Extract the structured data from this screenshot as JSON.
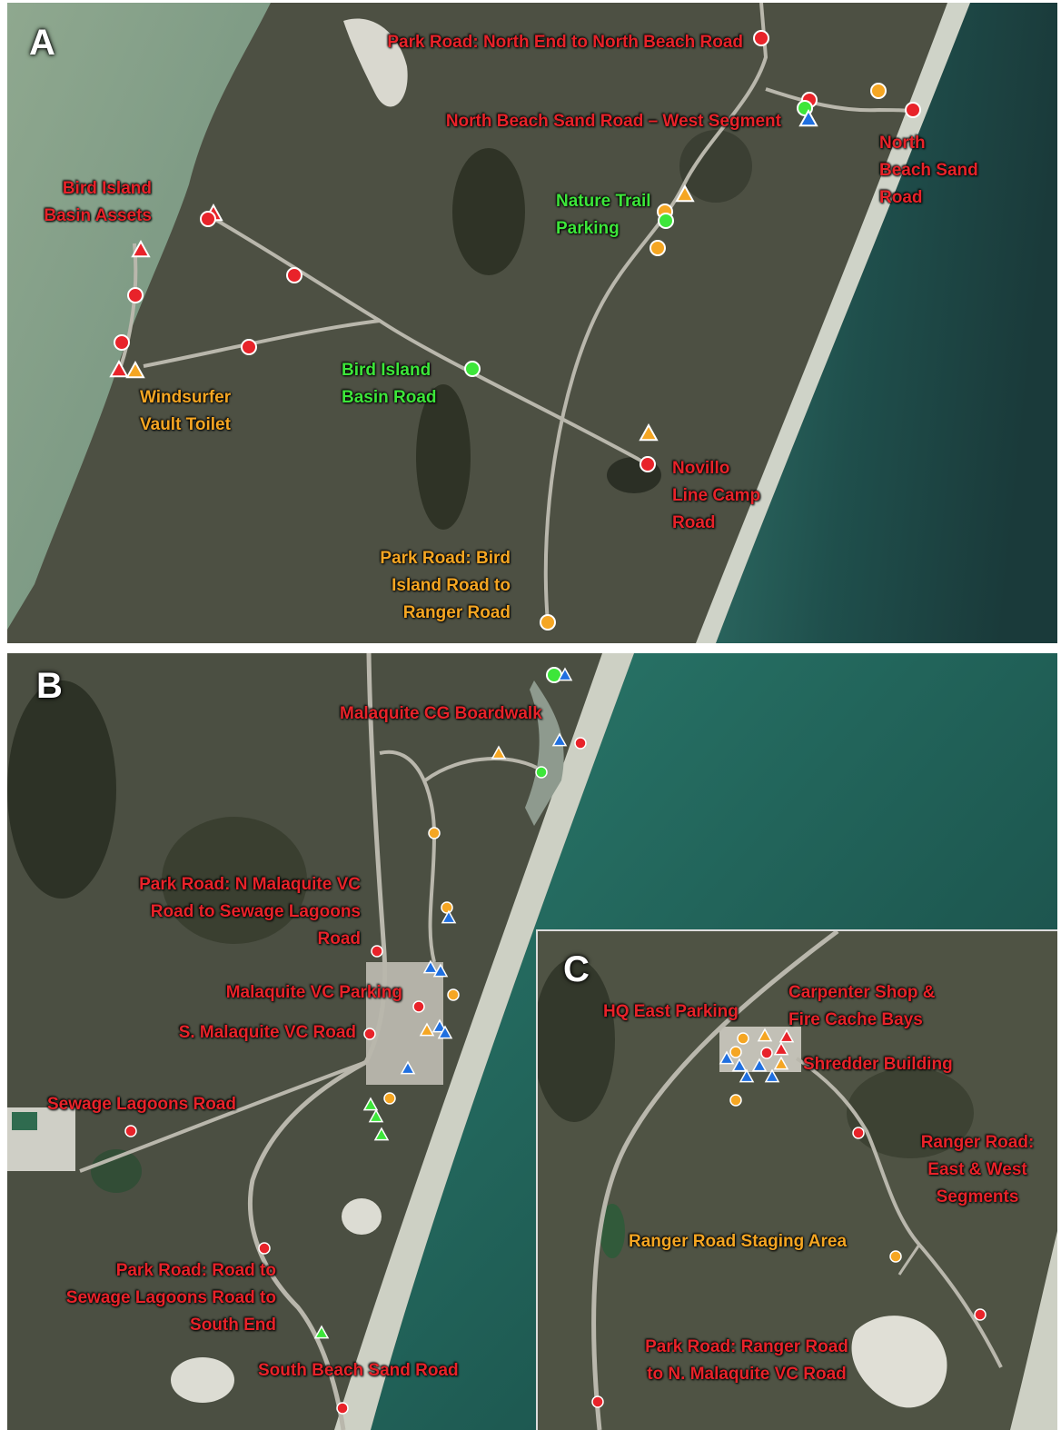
{
  "panels": {
    "a": {
      "letter": "A"
    },
    "b": {
      "letter": "B"
    },
    "c": {
      "letter": "C"
    }
  },
  "colors": {
    "red": "#e8232a",
    "orange": "#f5a623",
    "green": "#3de63a",
    "blue": "#1f6fe0"
  },
  "labels_a": {
    "park_road_north": "Park Road: North End to North Beach Road",
    "north_beach_west": "North Beach Sand Road – West Segment",
    "north_beach_sand": [
      "North",
      "Beach Sand",
      "Road"
    ],
    "bird_island_assets": [
      "Bird Island",
      "Basin Assets"
    ],
    "nature_trail": [
      "Nature Trail",
      "Parking"
    ],
    "windsurfer": [
      "Windsurfer",
      "Vault Toilet"
    ],
    "bird_island_road": [
      "Bird Island",
      "Basin Road"
    ],
    "novillo": [
      "Novillo",
      "Line Camp",
      "Road"
    ],
    "park_road_bird": [
      "Park Road: Bird",
      "Island Road to",
      "Ranger Road"
    ]
  },
  "labels_b": {
    "malaquite_cg": "Malaquite CG Boardwalk",
    "park_road_n_malaquite": [
      "Park Road: N Malaquite VC",
      "Road to Sewage Lagoons",
      "Road"
    ],
    "malaquite_vc_parking": "Malaquite VC Parking",
    "s_malaquite": "S. Malaquite VC Road",
    "sewage_lagoons": "Sewage Lagoons Road",
    "park_road_sewage": [
      "Park Road: Road to",
      "Sewage Lagoons Road to",
      "South End"
    ],
    "south_beach": "South Beach Sand Road"
  },
  "labels_c": {
    "hq_east": "HQ East Parking",
    "carpenter": [
      "Carpenter Shop &",
      "Fire Cache Bays"
    ],
    "shredder": "Shredder Building",
    "ranger_road_segments": [
      "Ranger Road:",
      "East & West",
      "Segments"
    ],
    "staging": "Ranger Road Staging Area",
    "park_road_ranger": [
      "Park Road: Ranger Road",
      "to N. Malaquite VC Road"
    ]
  },
  "markers": {
    "a": [
      {
        "shape": "circle",
        "color": "red"
      },
      {
        "shape": "circle",
        "color": "red"
      },
      {
        "shape": "circle",
        "color": "orange"
      },
      {
        "shape": "circle",
        "color": "red"
      },
      {
        "shape": "circle",
        "color": "green"
      },
      {
        "shape": "triangle",
        "color": "blue"
      },
      {
        "shape": "triangle",
        "color": "orange"
      },
      {
        "shape": "circle",
        "color": "orange"
      },
      {
        "shape": "circle",
        "color": "green"
      },
      {
        "shape": "circle",
        "color": "orange"
      },
      {
        "shape": "triangle",
        "color": "red"
      },
      {
        "shape": "circle",
        "color": "red"
      },
      {
        "shape": "triangle",
        "color": "red"
      },
      {
        "shape": "circle",
        "color": "red"
      },
      {
        "shape": "circle",
        "color": "red"
      },
      {
        "shape": "circle",
        "color": "red"
      },
      {
        "shape": "triangle",
        "color": "red"
      },
      {
        "shape": "triangle",
        "color": "orange"
      },
      {
        "shape": "circle",
        "color": "red"
      },
      {
        "shape": "circle",
        "color": "green"
      },
      {
        "shape": "triangle",
        "color": "orange"
      },
      {
        "shape": "circle",
        "color": "red"
      },
      {
        "shape": "circle",
        "color": "orange"
      }
    ],
    "b": [
      {
        "shape": "circle",
        "color": "green"
      },
      {
        "shape": "triangle",
        "color": "blue"
      },
      {
        "shape": "triangle",
        "color": "blue"
      },
      {
        "shape": "circle",
        "color": "red"
      },
      {
        "shape": "triangle",
        "color": "orange"
      },
      {
        "shape": "circle",
        "color": "green"
      },
      {
        "shape": "circle",
        "color": "orange"
      },
      {
        "shape": "circle",
        "color": "orange"
      },
      {
        "shape": "triangle",
        "color": "blue"
      },
      {
        "shape": "circle",
        "color": "red"
      },
      {
        "shape": "triangle",
        "color": "blue"
      },
      {
        "shape": "triangle",
        "color": "blue"
      },
      {
        "shape": "circle",
        "color": "orange"
      },
      {
        "shape": "circle",
        "color": "red"
      },
      {
        "shape": "circle",
        "color": "red"
      },
      {
        "shape": "triangle",
        "color": "orange"
      },
      {
        "shape": "triangle",
        "color": "blue"
      },
      {
        "shape": "triangle",
        "color": "blue"
      },
      {
        "shape": "triangle",
        "color": "blue"
      },
      {
        "shape": "triangle",
        "color": "green"
      },
      {
        "shape": "circle",
        "color": "orange"
      },
      {
        "shape": "triangle",
        "color": "green"
      },
      {
        "shape": "triangle",
        "color": "green"
      },
      {
        "shape": "circle",
        "color": "red"
      },
      {
        "shape": "circle",
        "color": "red"
      },
      {
        "shape": "triangle",
        "color": "green"
      },
      {
        "shape": "circle",
        "color": "red"
      }
    ],
    "c": [
      {
        "shape": "circle",
        "color": "orange"
      },
      {
        "shape": "triangle",
        "color": "orange"
      },
      {
        "shape": "triangle",
        "color": "red"
      },
      {
        "shape": "triangle",
        "color": "blue"
      },
      {
        "shape": "circle",
        "color": "orange"
      },
      {
        "shape": "circle",
        "color": "red"
      },
      {
        "shape": "triangle",
        "color": "orange"
      },
      {
        "shape": "triangle",
        "color": "blue"
      },
      {
        "shape": "triangle",
        "color": "blue"
      },
      {
        "shape": "triangle",
        "color": "red"
      },
      {
        "shape": "triangle",
        "color": "blue"
      },
      {
        "shape": "triangle",
        "color": "blue"
      },
      {
        "shape": "circle",
        "color": "orange"
      },
      {
        "shape": "circle",
        "color": "red"
      },
      {
        "shape": "circle",
        "color": "orange"
      },
      {
        "shape": "circle",
        "color": "red"
      },
      {
        "shape": "circle",
        "color": "red"
      }
    ]
  }
}
